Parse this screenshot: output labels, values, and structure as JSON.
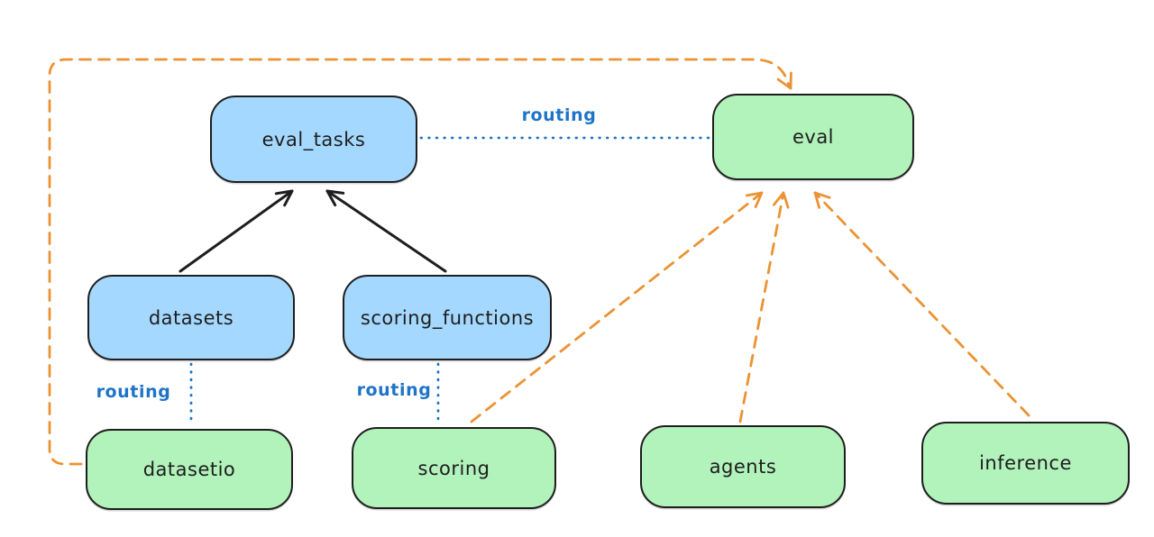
{
  "diagram": {
    "nodes": {
      "eval_tasks": {
        "label": "eval_tasks",
        "kind": "registry"
      },
      "eval": {
        "label": "eval",
        "kind": "provider"
      },
      "datasets": {
        "label": "datasets",
        "kind": "registry"
      },
      "scoring_functions": {
        "label": "scoring_functions",
        "kind": "registry"
      },
      "datasetio": {
        "label": "datasetio",
        "kind": "provider"
      },
      "scoring": {
        "label": "scoring",
        "kind": "provider"
      },
      "agents": {
        "label": "agents",
        "kind": "provider"
      },
      "inference": {
        "label": "inference",
        "kind": "provider"
      }
    },
    "edge_labels": {
      "routing_eval_tasks_eval": "routing",
      "routing_datasets_datasetio": "routing",
      "routing_scoring_functions_scoring": "routing"
    },
    "colors": {
      "registry_fill": "#a5d8ff",
      "provider_fill": "#b2f2bb",
      "stroke_dark": "#1e1e1e",
      "routing_blue": "#1f74c7",
      "dashed_orange": "#eb9334"
    }
  }
}
